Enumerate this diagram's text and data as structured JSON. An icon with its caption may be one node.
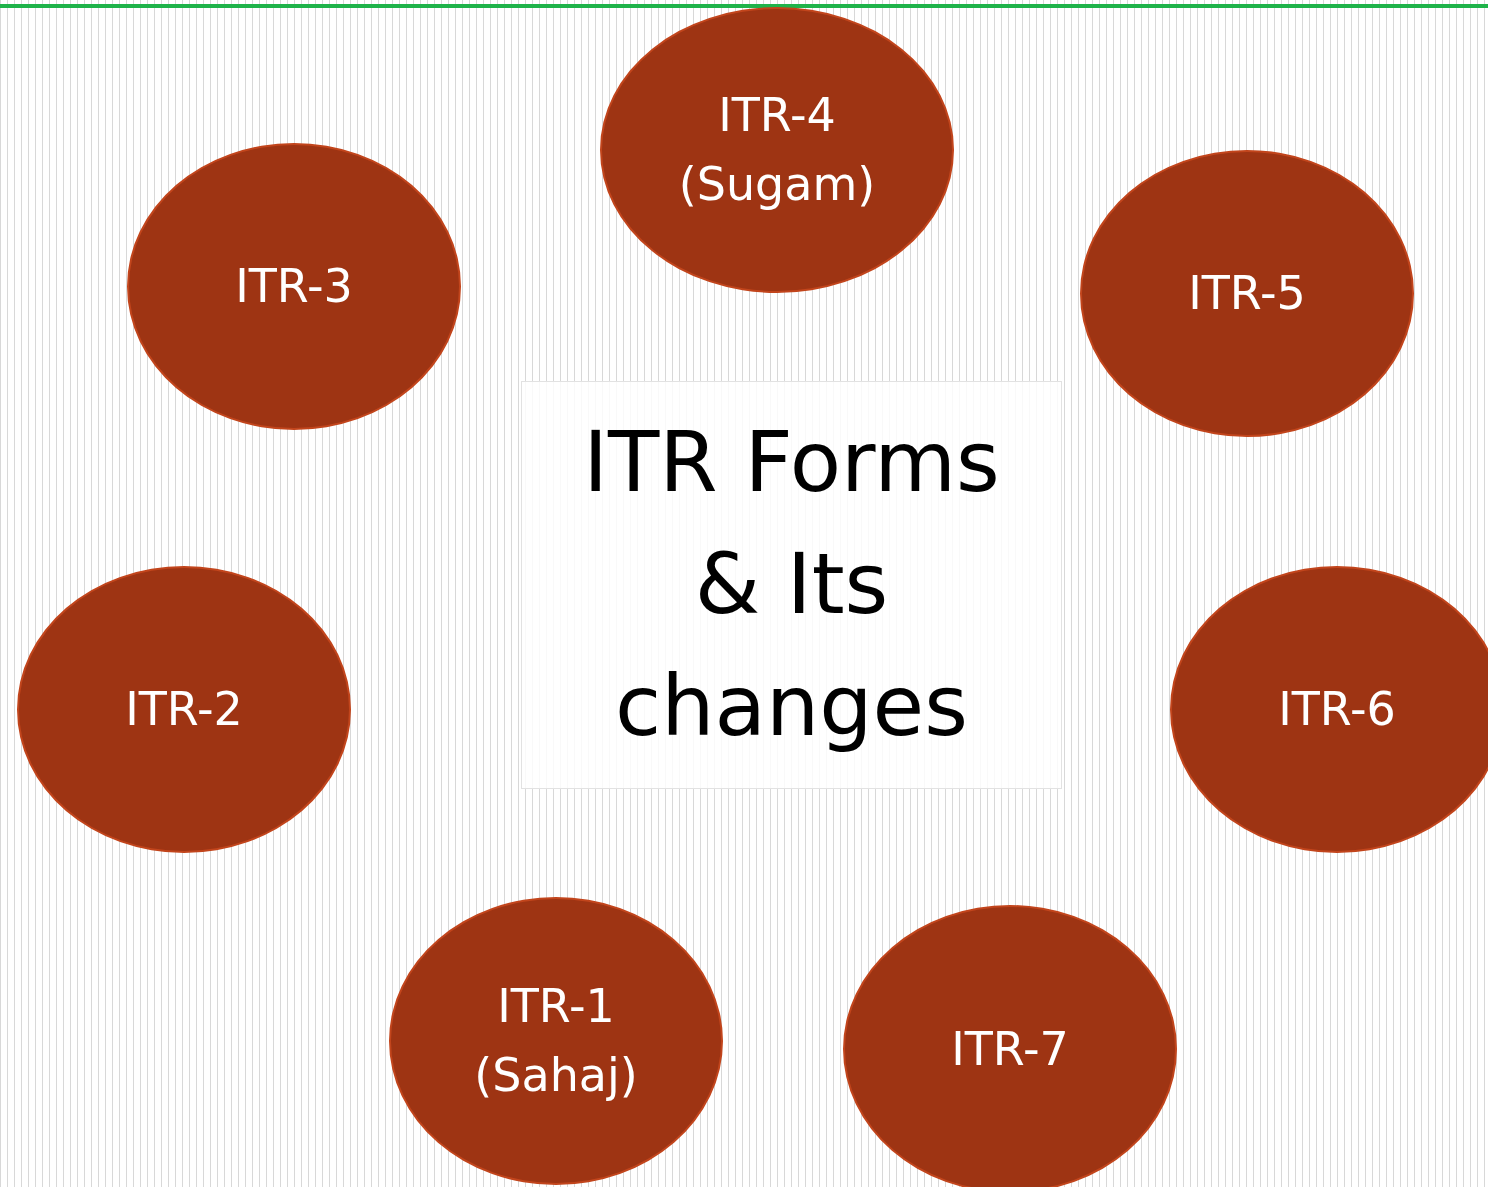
{
  "diagram": {
    "nodes": [
      {
        "text": [
          "ITR-4 (Sugam)"
        ]
      },
      {
        "text": [
          "ITR-3"
        ]
      },
      {
        "text": [
          "ITR-5"
        ]
      },
      {
        "text": [
          "ITR Forms & Its changes"
        ]
      },
      {
        "text": [
          "ITR-2"
        ]
      },
      {
        "text": [
          "ITR-6"
        ]
      },
      {
        "text": [
          "ITR-1 (Sahaj)"
        ]
      },
      {
        "text": [
          "ITR-7"
        ]
      }
    ],
    "edges": []
  }
}
